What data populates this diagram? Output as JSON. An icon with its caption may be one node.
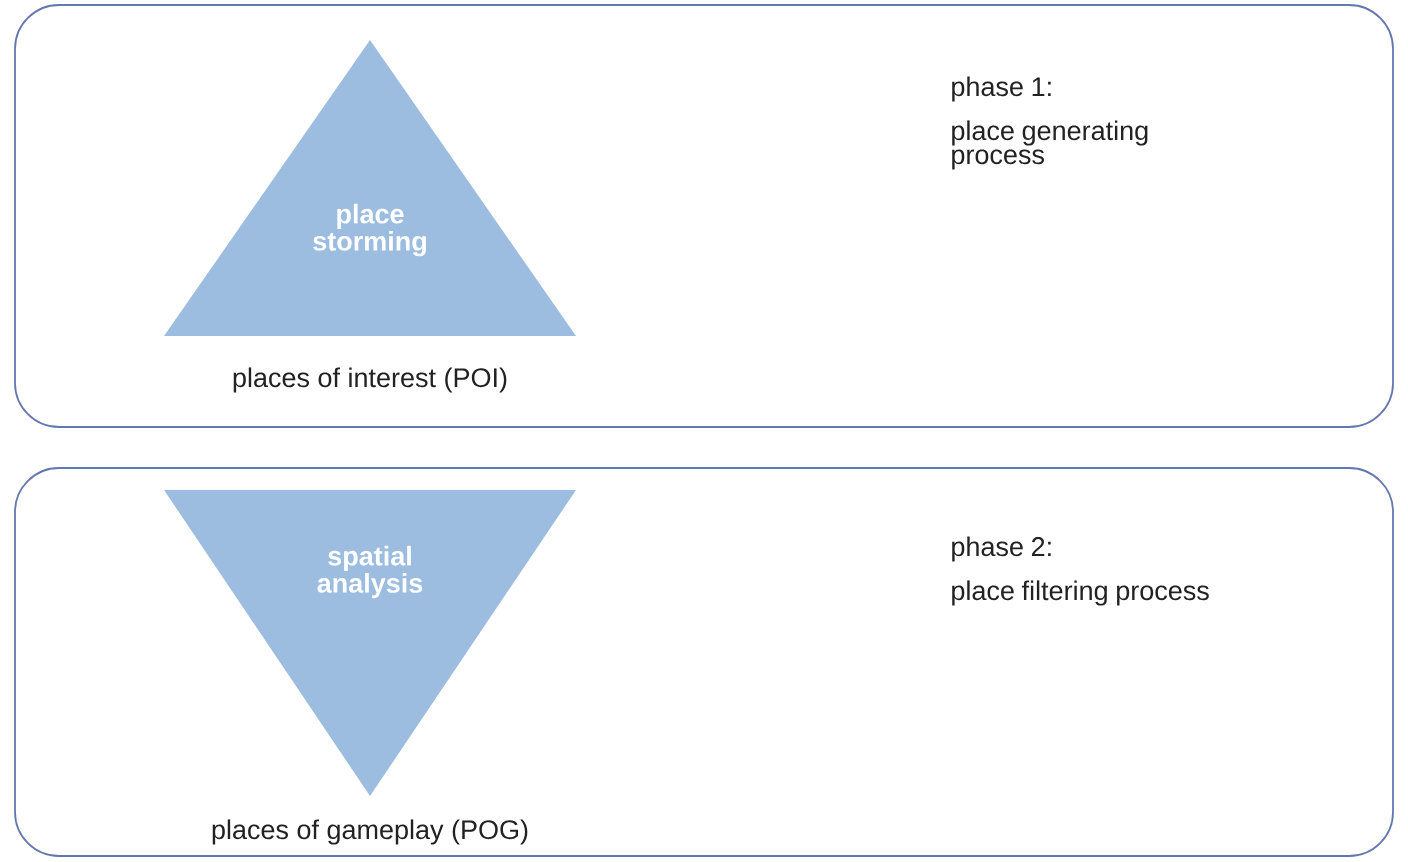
{
  "diagram": {
    "nodes": [
      {
        "text": [
          "phase 1:",
          "place generating process"
        ]
      },
      {
        "text": [
          "place storming"
        ],
        "in": 0,
        "beside": [
          "places of interest (POI)"
        ]
      },
      {
        "text": [
          "phase 2:",
          "place filtering process"
        ]
      },
      {
        "text": [
          "spatial analysis"
        ],
        "in": 2,
        "beside": [
          "places of gameplay (POG)"
        ]
      }
    ]
  }
}
